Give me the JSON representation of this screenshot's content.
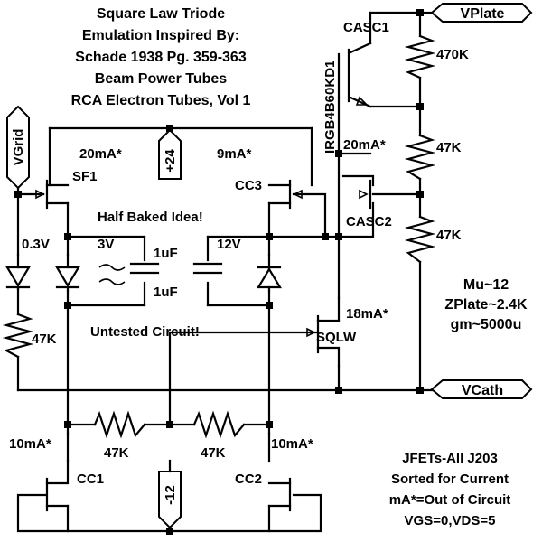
{
  "title_lines": [
    "Square Law Triode",
    "Emulation Inspired By:",
    "Schade 1938 Pg. 359-363",
    "Beam Power Tubes",
    "RCA Electron Tubes, Vol 1"
  ],
  "ports": {
    "vgrid": "VGrid",
    "vplate": "VPlate",
    "vcath": "VCath",
    "plus24": "+24",
    "minus12": "-12"
  },
  "labels": {
    "sf1": "SF1",
    "cc3": "CC3",
    "cc1": "CC1",
    "cc2": "CC2",
    "casc1": "CASC1",
    "casc2": "CASC2",
    "sqlw": "SQLW",
    "igbt": "IRGB4B60KD1",
    "i_sf1": "20mA*",
    "i_cc3": "9mA*",
    "i_casc": "20mA*",
    "i_sqlw": "18mA*",
    "i_cc1": "10mA*",
    "i_cc2": "10mA*",
    "r_470k": "470K",
    "r_47k_a": "47K",
    "r_47k_b": "47K",
    "r_47k_grid": "47K",
    "r_47k_bl": "47K",
    "r_47k_br": "47K",
    "v_03": "0.3V",
    "v_3": "3V",
    "v_12": "12V",
    "c1": "1uF",
    "c2": "1uF",
    "half_baked": "Half Baked Idea!",
    "untested": "Untested Circuit!"
  },
  "specs": [
    "Mu~12",
    "ZPlate~2.4K",
    "gm~5000u"
  ],
  "notes": [
    "JFETs-All J203",
    "Sorted for Current",
    "mA*=Out of Circuit",
    "VGS=0,VDS=5"
  ]
}
